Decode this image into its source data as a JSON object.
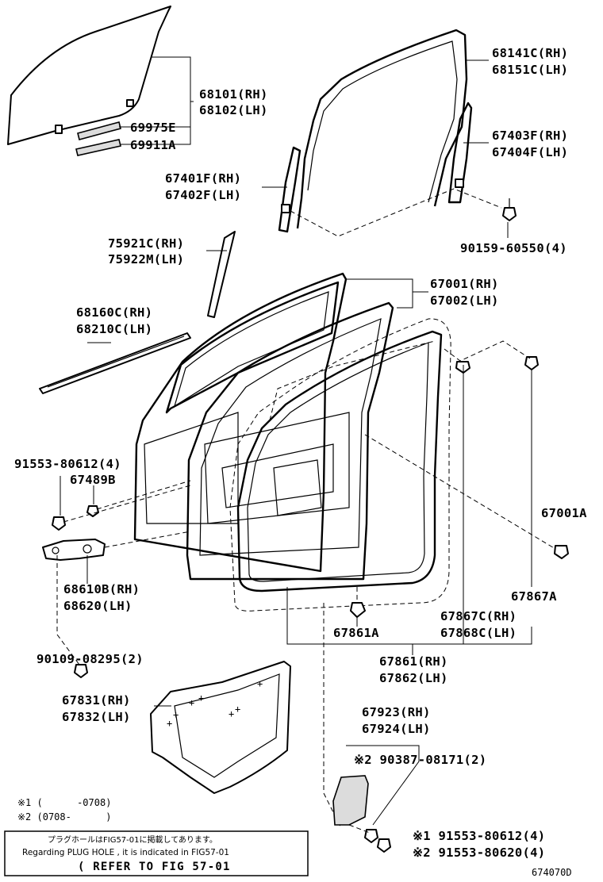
{
  "labels": {
    "glass": [
      "68101(RH)",
      "68102(LH)"
    ],
    "glass_a": "69975E",
    "glass_b": "69911A",
    "run_upper": [
      "68141C(RH)",
      "68151C(LH)"
    ],
    "run_rear": [
      "67403F(RH)",
      "67404F(LH)"
    ],
    "run_front": [
      "67401F(RH)",
      "67402F(LH)"
    ],
    "screw_90159": "90159-60550(4)",
    "garnish": [
      "75921C(RH)",
      "75922M(LH)"
    ],
    "door": [
      "67001(RH)",
      "67002(LH)"
    ],
    "belt": [
      "68160C(RH)",
      "68210C(LH)"
    ],
    "bolt_91553": "91553-80612(4)",
    "p67489": "67489B",
    "clip_67001a": "67001A",
    "hinge": [
      "68610B(RH)",
      "68620(LH)"
    ],
    "p67867a": "67867A",
    "p67861a": "67861A",
    "weather_c": [
      "67867C(RH)",
      "67868C(LH)"
    ],
    "bolt_90109": "90109-08295(2)",
    "weatherstrip": [
      "67861(RH)",
      "67862(LH)"
    ],
    "film": [
      "67831(RH)",
      "67832(LH)"
    ],
    "cover": [
      "67923(RH)",
      "67924(LH)"
    ],
    "mark2_part": "※2 90387-08171(2)",
    "mark1_screw": "※1 91553-80612(4)",
    "mark2_screw": "※2 91553-80620(4)",
    "fig_code": "674070D"
  },
  "legend": {
    "note1": "※1 (      -0708)",
    "note2": "※2 (0708-      )"
  },
  "notice": {
    "japanese": "プラグホールはFIG57-01に掲載してあります。",
    "english": "Regarding PLUG HOLE , it is indicated in FIG57-01",
    "reference": "( REFER TO FIG 57-01"
  }
}
